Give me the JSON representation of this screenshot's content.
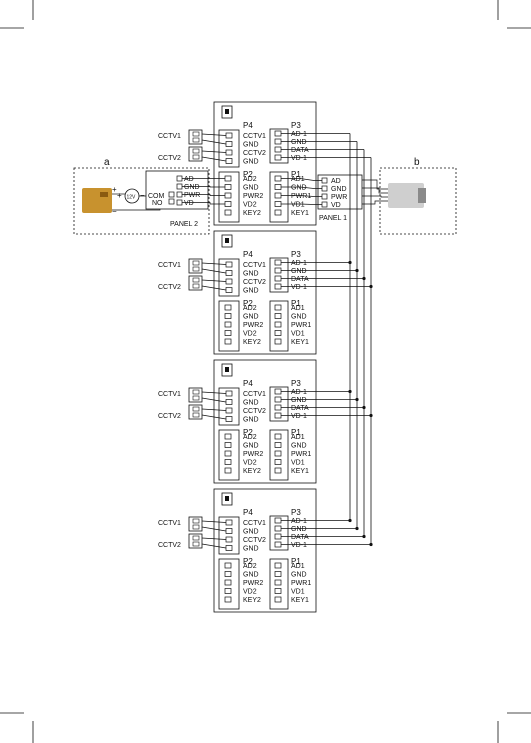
{
  "diagram": {
    "label_a": "a",
    "label_b": "b",
    "door_panel_2": {
      "name": "PANEL 2",
      "supply": "12V",
      "plus": "+",
      "minus": "−",
      "terminals": [
        "AD",
        "GND",
        "PWR",
        "VD"
      ],
      "lock_terminals": [
        "COM",
        "NO"
      ]
    },
    "door_panel_1": {
      "name": "PANEL 1",
      "terminals": [
        "AD",
        "GND",
        "PWR",
        "VD"
      ]
    },
    "monitors": [
      {
        "p4_label": "P4",
        "p4_pins": [
          "CCTV1",
          "GND",
          "CCTV2",
          "GND"
        ],
        "p3_label": "P3",
        "p3_pins": [
          "AD-1",
          "GND",
          "DATA",
          "VD-1"
        ],
        "p2_label": "P2",
        "p2_pins": [
          "AD2",
          "GND",
          "PWR2",
          "VD2",
          "KEY2"
        ],
        "p1_label": "P1",
        "p1_pins": [
          "AD1",
          "GND",
          "PWR1",
          "VD1",
          "KEY1"
        ],
        "cam1": "CCTV1",
        "cam2": "CCTV2"
      },
      {
        "p4_label": "P4",
        "p4_pins": [
          "CCTV1",
          "GND",
          "CCTV2",
          "GND"
        ],
        "p3_label": "P3",
        "p3_pins": [
          "AD-1",
          "GND",
          "DATA",
          "VD-1"
        ],
        "p2_label": "P2",
        "p2_pins": [
          "AD2",
          "GND",
          "PWR2",
          "VD2",
          "KEY2"
        ],
        "p1_label": "P1",
        "p1_pins": [
          "AD1",
          "GND",
          "PWR1",
          "VD1",
          "KEY1"
        ],
        "cam1": "CCTV1",
        "cam2": "CCTV2"
      },
      {
        "p4_label": "P4",
        "p4_pins": [
          "CCTV1",
          "GND",
          "CCTV2",
          "GND"
        ],
        "p3_label": "P3",
        "p3_pins": [
          "AD-1",
          "GND",
          "DATA",
          "VD-1"
        ],
        "p2_label": "P2",
        "p2_pins": [
          "AD2",
          "GND",
          "PWR2",
          "VD2",
          "KEY2"
        ],
        "p1_label": "P1",
        "p1_pins": [
          "AD1",
          "GND",
          "PWR1",
          "VD1",
          "KEY1"
        ],
        "cam1": "CCTV1",
        "cam2": "CCTV2"
      },
      {
        "p4_label": "P4",
        "p4_pins": [
          "CCTV1",
          "GND",
          "CCTV2",
          "GND"
        ],
        "p3_label": "P3",
        "p3_pins": [
          "AD-1",
          "GND",
          "DATA",
          "VD-1"
        ],
        "p2_label": "P2",
        "p2_pins": [
          "AD2",
          "GND",
          "PWR2",
          "VD2",
          "KEY2"
        ],
        "p1_label": "P1",
        "p1_pins": [
          "AD1",
          "GND",
          "PWR1",
          "VD1",
          "KEY1"
        ],
        "cam1": "CCTV1",
        "cam2": "CCTV2"
      }
    ],
    "colors": {
      "line": "#111111",
      "lock_body": "#c8922e",
      "lock_dark": "#8a5a10",
      "camera_body": "#cfcfcf",
      "camera_dark": "#8a8a8a"
    }
  }
}
